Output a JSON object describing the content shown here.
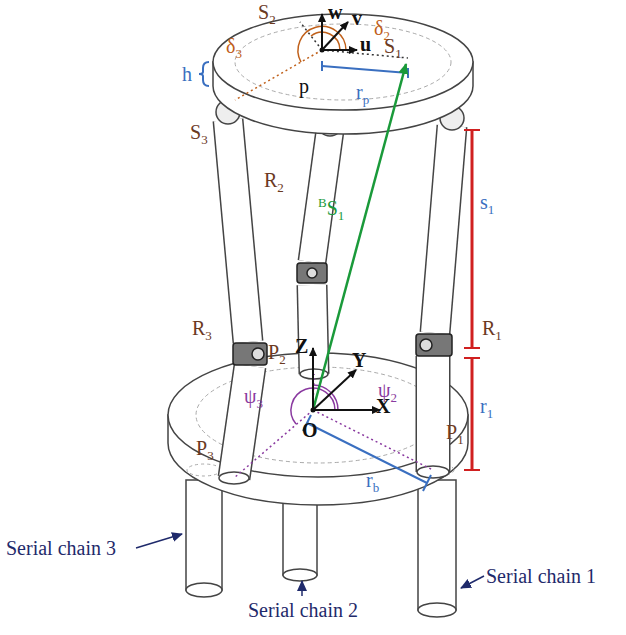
{
  "diagram": {
    "labels": [
      "w",
      "v",
      "u",
      "S2",
      "δ2",
      "δ3",
      "S1",
      "h",
      "p",
      "rp",
      "S3",
      "R2",
      "s1",
      "BS1",
      "R1",
      "R3",
      "Z",
      "Y",
      "P2",
      "ψ3",
      "ψ2",
      "X",
      "P1",
      "r1",
      "P3",
      "O",
      "rb",
      "Serial chain 3",
      "Serial chain 2",
      "Serial chain 1"
    ]
  }
}
